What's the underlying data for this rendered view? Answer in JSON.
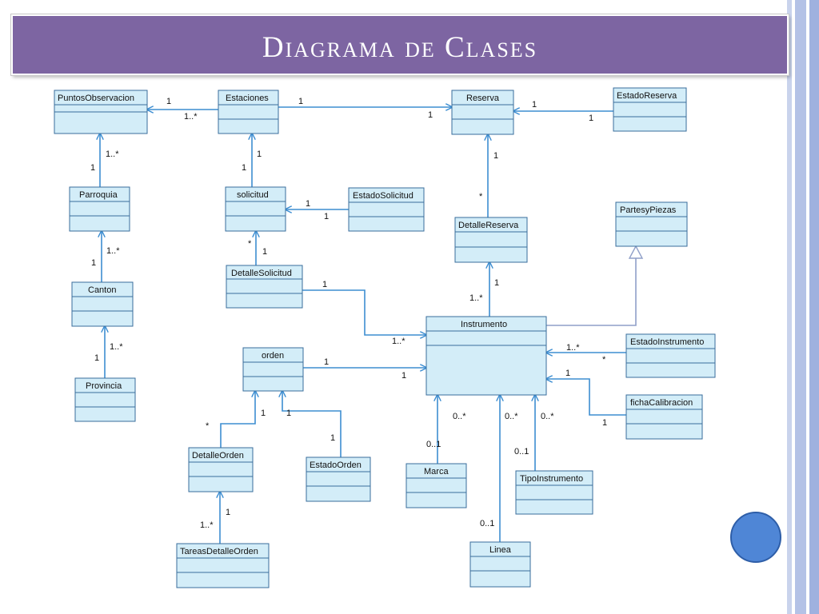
{
  "title": "Diagrama de Clases",
  "classes": {
    "puntos": "PuntosObservacion",
    "estaciones": "Estaciones",
    "reserva": "Reserva",
    "estadoreserva": "EstadoReserva",
    "parroquia": "Parroquia",
    "solicitud": "solicitud",
    "estadosolicitud": "EstadoSolicitud",
    "detallereserva": "DetalleReserva",
    "partes": "PartesyPiezas",
    "canton": "Canton",
    "detallesolicitud": "DetalleSolicitud",
    "instrumento": "Instrumento",
    "estadoinstrumento": "EstadoInstrumento",
    "orden": "orden",
    "fichacal": "fichaCalibracion",
    "provincia": "Provincia",
    "detalleorden": "DetalleOrden",
    "estadoorden": "EstadoOrden",
    "marca": "Marca",
    "tipoinstrumento": "TipoInstrumento",
    "linea": "Linea",
    "tareas": "TareasDetalleOrden"
  },
  "multiplicities": {
    "m01": "1",
    "m02": "1..*",
    "m03": "1",
    "m04": "1",
    "m05": "1",
    "m06": "1",
    "m07": "1..*",
    "m08": "1",
    "m09": "1",
    "m10": "1",
    "m11": "1",
    "m12": "1",
    "m13": "1",
    "m14": "*",
    "m15": "1..*",
    "m16": "1",
    "m17": "*",
    "m18": "1",
    "m19": "1",
    "m20": "1..*",
    "m21": "1",
    "m22": "1..*",
    "m23": "1..*",
    "m24": "1",
    "m25": "1",
    "m26": "1",
    "m27": "1..*",
    "m28": "*",
    "m29": "1",
    "m30": "1",
    "m31": "1",
    "m32": "1",
    "m33": "*",
    "m34": "1",
    "m35": "1",
    "m36": "1..*",
    "m37": "0..*",
    "m38": "0..1",
    "m39": "0..*",
    "m40": "0..1",
    "m41": "0..*",
    "m42": "0..1"
  }
}
